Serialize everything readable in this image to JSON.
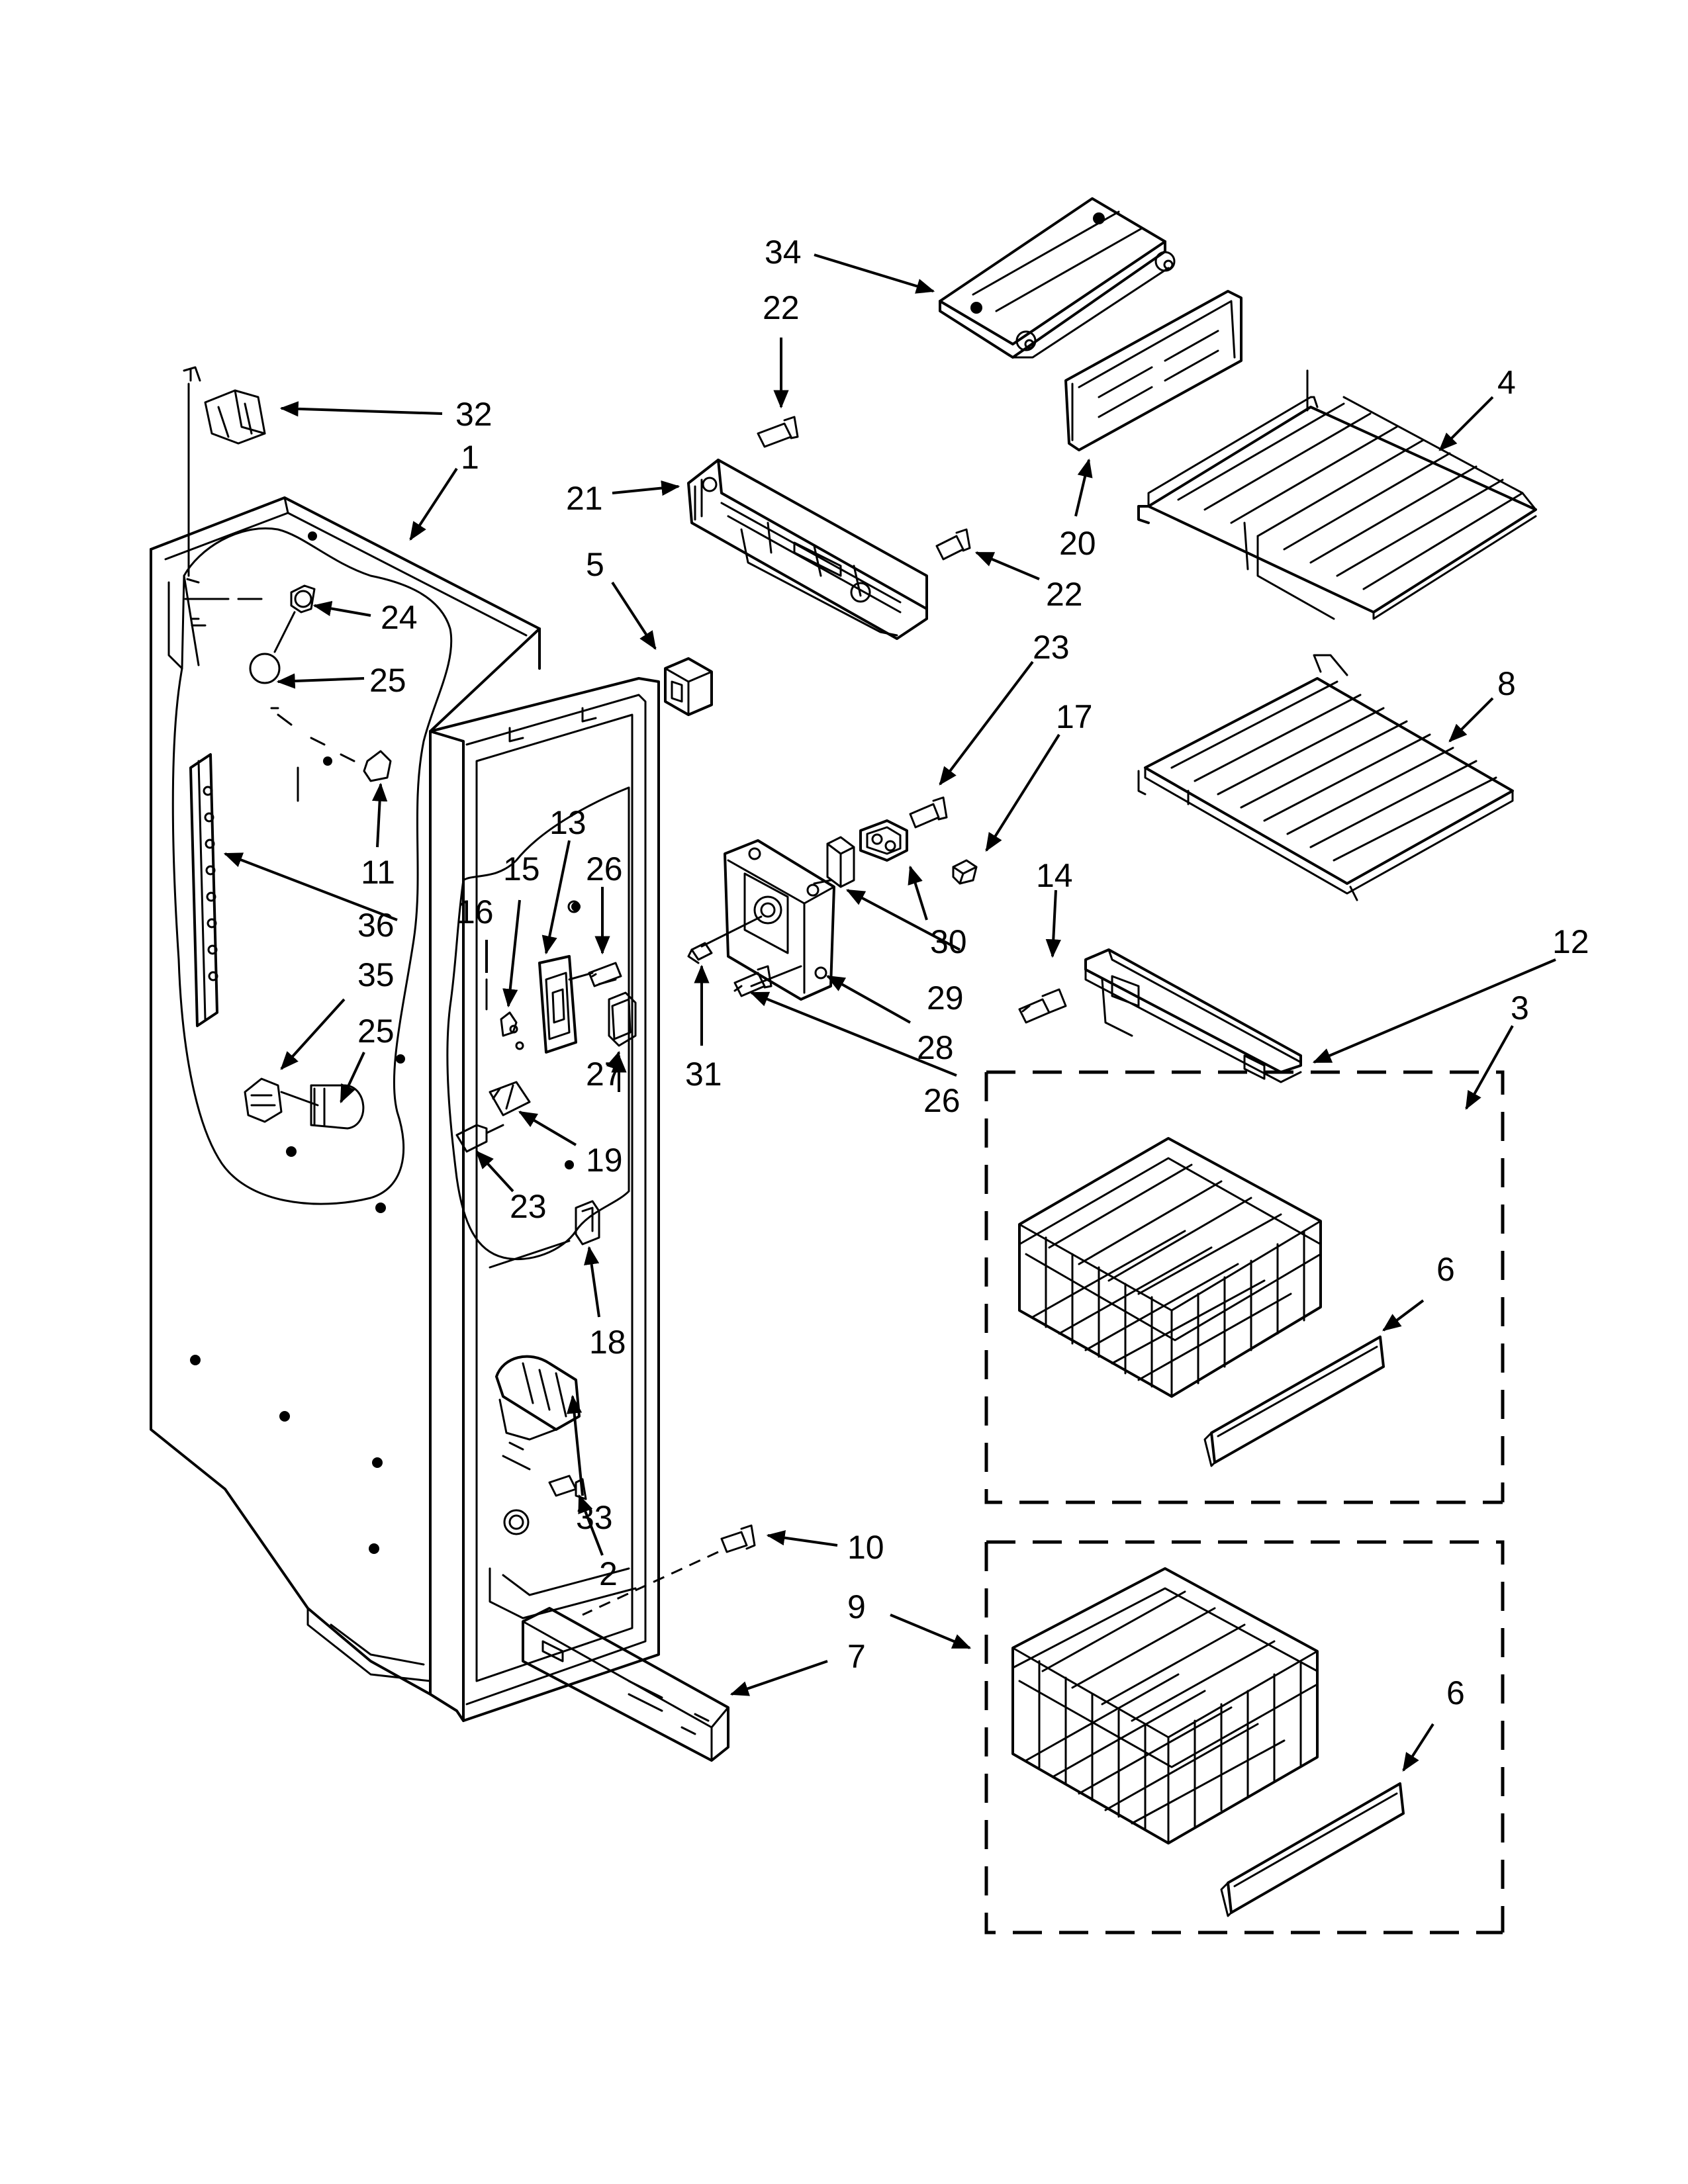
{
  "diagram": {
    "callouts": [
      {
        "id": "c32",
        "text": "32"
      },
      {
        "id": "c1",
        "text": "1"
      },
      {
        "id": "c24",
        "text": "24"
      },
      {
        "id": "c25a",
        "text": "25"
      },
      {
        "id": "c11",
        "text": "11"
      },
      {
        "id": "c36",
        "text": "36"
      },
      {
        "id": "c35",
        "text": "35"
      },
      {
        "id": "c25b",
        "text": "25"
      },
      {
        "id": "c34",
        "text": "34"
      },
      {
        "id": "c22a",
        "text": "22"
      },
      {
        "id": "c21",
        "text": "21"
      },
      {
        "id": "c22b",
        "text": "22"
      },
      {
        "id": "c20",
        "text": "20"
      },
      {
        "id": "c4",
        "text": "4"
      },
      {
        "id": "c5",
        "text": "5"
      },
      {
        "id": "c23a",
        "text": "23"
      },
      {
        "id": "c17",
        "text": "17"
      },
      {
        "id": "c8",
        "text": "8"
      },
      {
        "id": "c13",
        "text": "13"
      },
      {
        "id": "c15",
        "text": "15"
      },
      {
        "id": "c26a",
        "text": "26"
      },
      {
        "id": "c16",
        "text": "16"
      },
      {
        "id": "c30",
        "text": "30"
      },
      {
        "id": "c14",
        "text": "14"
      },
      {
        "id": "c12",
        "text": "12"
      },
      {
        "id": "c29",
        "text": "29"
      },
      {
        "id": "c28",
        "text": "28"
      },
      {
        "id": "c31",
        "text": "31"
      },
      {
        "id": "c26b",
        "text": "26"
      },
      {
        "id": "c3",
        "text": "3"
      },
      {
        "id": "c27",
        "text": "27"
      },
      {
        "id": "c19",
        "text": "19"
      },
      {
        "id": "c23b",
        "text": "23"
      },
      {
        "id": "c18",
        "text": "18"
      },
      {
        "id": "c6a",
        "text": "6"
      },
      {
        "id": "c33",
        "text": "33"
      },
      {
        "id": "c2",
        "text": "2"
      },
      {
        "id": "c10",
        "text": "10"
      },
      {
        "id": "c9",
        "text": "9"
      },
      {
        "id": "c7",
        "text": "7"
      },
      {
        "id": "c6b",
        "text": "6"
      }
    ]
  }
}
